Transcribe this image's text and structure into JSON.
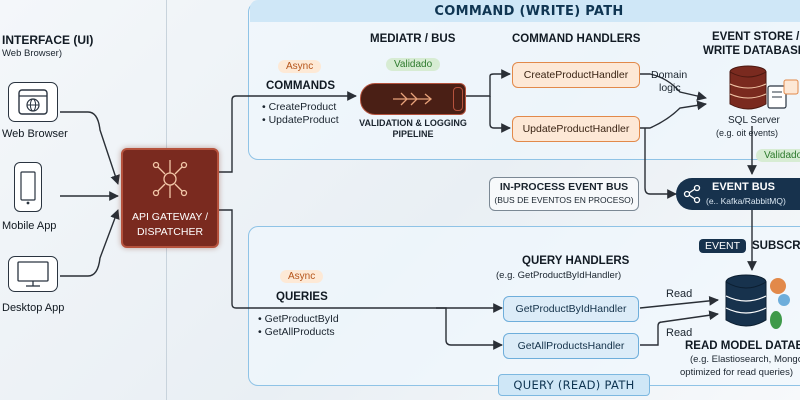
{
  "client": {
    "title": "INTERFACE (UI)",
    "subtitle": "Web Browser)",
    "items": [
      {
        "label": "Web Browser",
        "icon": "globe-icon"
      },
      {
        "label": "Mobile App",
        "icon": "smartphone-icon"
      },
      {
        "label": "Desktop App",
        "icon": "monitor-icon"
      }
    ]
  },
  "gateway": {
    "line1": "API GATEWAY /",
    "line2": "DISPATCHER",
    "icon": "network-hub-icon",
    "color": "#7a2a1f"
  },
  "command_path": {
    "title": "COMMAND (WRITE) PATH",
    "badge_async": "Async",
    "section_title": "COMMANDS",
    "commands": [
      "CreateProduct",
      "UpdateProduct"
    ],
    "mediator_title": "MEDIATR / BUS",
    "badge_validado": "Validado",
    "pipeline_line1": "VALIDATION & LOGGING",
    "pipeline_line2": "PIPELINE",
    "handlers_title": "COMMAND HANDLERS",
    "handlers": [
      "CreateProductHandler",
      "UpdateProductHandler"
    ],
    "domain_logic_line1": "Domain",
    "domain_logic_line2": "logic",
    "store_title_line1": "EVENT STORE /",
    "store_title_line2": "WRITE DATABASE",
    "store_sub_line1": "SQL Server",
    "store_sub_line2": "(e.g. oit events)",
    "badge_validado_2": "Validado"
  },
  "event_bus": {
    "inproc_title": "IN-PROCESS EVENT BUS",
    "inproc_sub": "(BUS DE EVENTOS EN PROCESO)",
    "title": "EVENT BUS",
    "sub": "(e.. Kafka/RabbitMQ)",
    "event_pill": "EVENT",
    "subscribe": "SUBSCRI"
  },
  "query_path": {
    "title": "QUERY (READ) PATH",
    "badge_async": "Async",
    "section_title": "QUERIES",
    "queries": [
      "GetProductById",
      "GetAllProducts"
    ],
    "handlers_title": "QUERY HANDLERS",
    "handlers_sub": "(e.g. GetProductByIdHandler)",
    "handlers": [
      "GetProductByIdHandler",
      "GetAllProductsHandler"
    ],
    "read_label_1": "Read",
    "read_label_2": "Read",
    "db_title": "READ MODEL DATABA",
    "db_sub_line1": "(e.g. Elastiosearch, MongoO",
    "db_sub_line2": "optimized for read queries)"
  },
  "colors": {
    "accent_write": "#e2894a",
    "accent_read": "#6eaedb",
    "arrow": "#2a2f36",
    "panel_border": "#8fc3e6"
  }
}
